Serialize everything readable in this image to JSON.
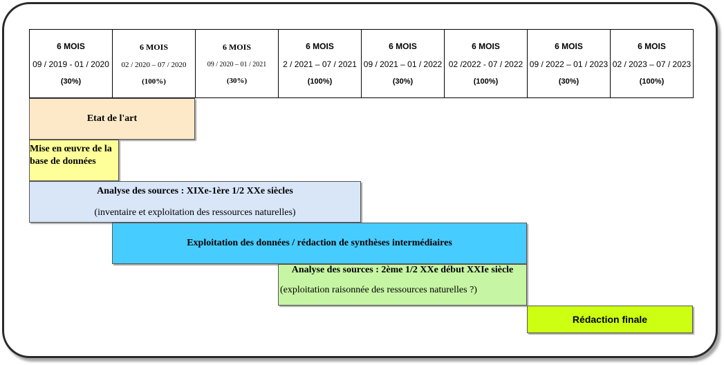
{
  "periods": [
    {
      "duration": "6 MOIS",
      "range": "09 / 2019 - 01 / 2020",
      "percent": "(30%)"
    },
    {
      "duration": "6 MOIS",
      "range": "02 / 2020 – 07 / 2020",
      "percent": "(100%)"
    },
    {
      "duration": "6 MOIS",
      "range": "09 / 2020 – 01 / 2021",
      "percent": "(30%)"
    },
    {
      "duration": "6 MOIS",
      "range": "2 / 2021 – 07 / 2021",
      "percent": "(100%)"
    },
    {
      "duration": "6 MOIS",
      "range": "09 / 2021 – 01 / 2022",
      "percent": "(30%)"
    },
    {
      "duration": "6 MOIS",
      "range": "02 /2022 - 07 / 2022",
      "percent": "(100%)"
    },
    {
      "duration": "6 MOIS",
      "range": "09 / 2022 – 01 / 2023",
      "percent": "(30%)"
    },
    {
      "duration": "6 MOIS",
      "range": "02 / 2023 – 07 / 2023",
      "percent": "(100%)"
    }
  ],
  "tasks": {
    "etat_art": "Etat de l'art",
    "mise_en_oeuvre_line1": "Mise en œuvre de la",
    "mise_en_oeuvre_line2": "base de données",
    "analyse_1_title": "Analyse des sources  : XIXe-1ère 1/2 XXe siècles",
    "analyse_1_sub": "(inventaire et exploitation des ressources naturelles)",
    "exploitation": "Exploitation des données / rédaction de synthèses intermédiaires",
    "analyse_2_title": "Analyse des sources : 2ème 1/2 XXe début XXIe siècle",
    "analyse_2_sub": "(exploitation raisonnée des ressources naturelles ?)",
    "redaction": "Rédaction finale"
  },
  "colors": {
    "etat_art": "#fde9c8",
    "mise_en_oeuvre": "#ffff99",
    "analyse_1": "#d9e6f8",
    "exploitation": "#47ccff",
    "analyse_2": "#c6f5a4",
    "redaction": "#ccff11"
  }
}
